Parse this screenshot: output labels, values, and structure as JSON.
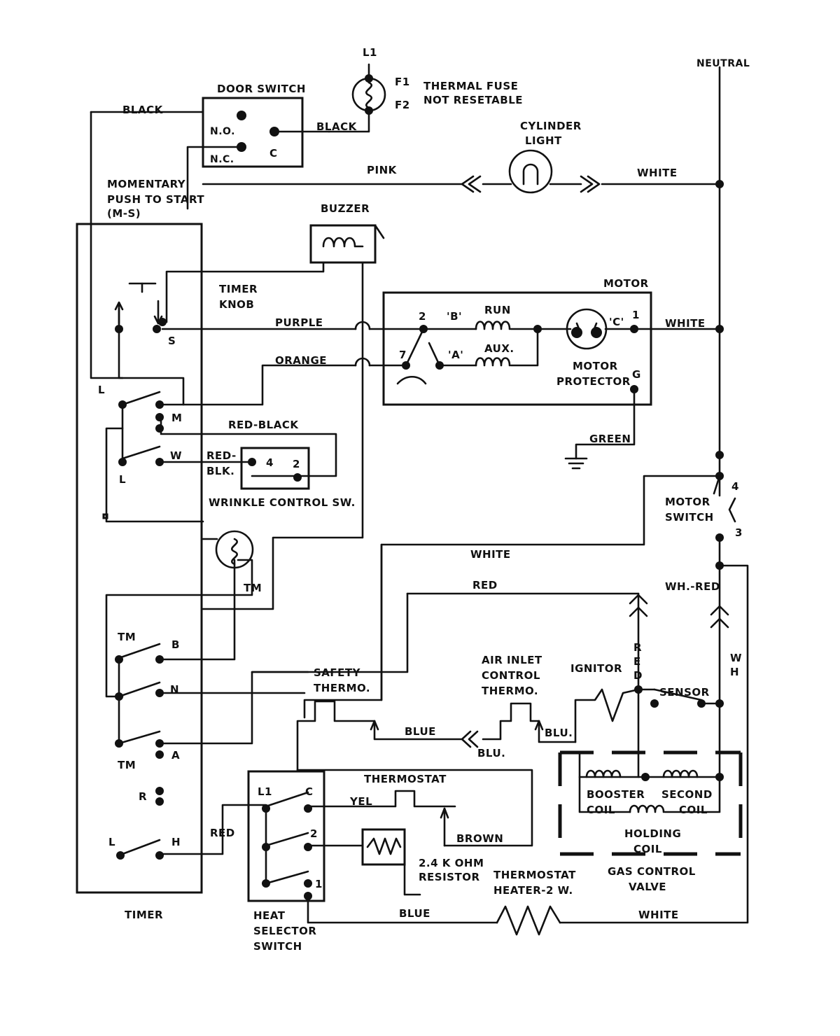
{
  "labels": {
    "l1": "L1",
    "f1": "F1",
    "f2": "F2",
    "thermal_fuse_1": "THERMAL FUSE",
    "thermal_fuse_2": "NOT RESETABLE",
    "neutral": "NEUTRAL",
    "door_switch": "DOOR SWITCH",
    "no": "N.O.",
    "nc": "N.C.",
    "c": "C",
    "black_1": "BLACK",
    "black_2": "BLACK",
    "cylinder_light_1": "CYLINDER",
    "cylinder_light_2": "LIGHT",
    "pink": "PINK",
    "white_light": "WHITE",
    "momentary_1": "MOMENTARY",
    "momentary_2": "PUSH TO START",
    "momentary_3": "(M-S)",
    "buzzer": "BUZZER",
    "timer_knob_1": "TIMER",
    "timer_knob_2": "KNOB",
    "motor": "MOTOR",
    "s": "S",
    "purple": "PURPLE",
    "orange": "ORANGE",
    "t2": "2",
    "b_q": "'B'",
    "run": "RUN",
    "aux": "AUX.",
    "t7": "7",
    "a_q": "'A'",
    "c_q": "'C'",
    "t1": "1",
    "white_motor": "WHITE",
    "motor_protector_1": "MOTOR",
    "motor_protector_2": "PROTECTOR",
    "g": "G",
    "green": "GREEN",
    "l_top": "L",
    "m": "M",
    "w": "W",
    "l_mid": "L",
    "red_black": "RED-BLACK",
    "red_blk_1": "RED-",
    "red_blk_2": "BLK.",
    "w4": "4",
    "w2": "2",
    "wrinkle": "WRINKLE CONTROL SW.",
    "ms4": "4",
    "motor_switch_1": "MOTOR",
    "motor_switch_2": "SWITCH",
    "ms3": "3",
    "tm_motor": "TM",
    "white_mid": "WHITE",
    "red_mid": "RED",
    "wh_red": "WH.-RED",
    "tm_b": "TM",
    "b": "B",
    "n": "N",
    "tm_a": "TM",
    "a": "A",
    "r": "R",
    "l_bottom": "L",
    "h": "H",
    "timer": "TIMER",
    "red_v": "RED",
    "wh_v": "WH",
    "safety_1": "SAFETY",
    "safety_2": "THERMO.",
    "air_1": "AIR INLET",
    "air_2": "CONTROL",
    "air_3": "THERMO.",
    "ignitor": "IGNITOR",
    "sensor": "SENSOR",
    "blue_1": "BLUE",
    "blu_1": "BLU.",
    "blu_2": "BLU.",
    "thermostat": "THERMOSTAT",
    "yel": "YEL",
    "brown": "BROWN",
    "hs_l1": "L1",
    "hs_c": "C",
    "hs_2": "2",
    "hs_1": "1",
    "red_hs": "RED",
    "resistor_1": "2.4 K OHM",
    "resistor_2": "RESISTOR",
    "therm_heater_1": "THERMOSTAT",
    "therm_heater_2": "HEATER-2 W.",
    "heat_sel_1": "HEAT",
    "heat_sel_2": "SELECTOR",
    "heat_sel_3": "SWITCH",
    "blue_bottom": "BLUE",
    "white_bottom": "WHITE",
    "booster_1": "BOOSTER",
    "booster_2": "COIL",
    "second_1": "SECOND",
    "second_2": "COIL",
    "holding_1": "HOLDING",
    "holding_2": "COIL",
    "gas_1": "GAS CONTROL",
    "gas_2": "VALVE"
  }
}
